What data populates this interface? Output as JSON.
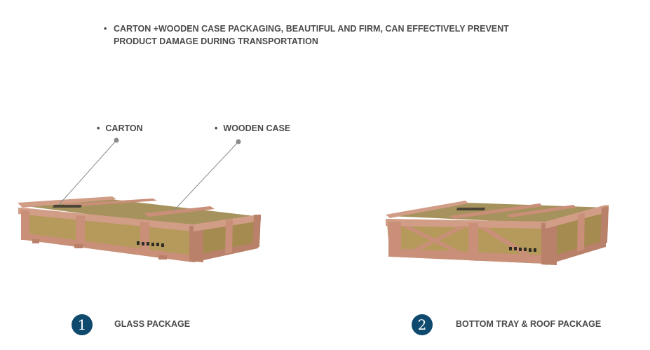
{
  "headline": {
    "bullet": "•",
    "text": "CARTON +WOODEN CASE PACKAGING, BEAUTIFUL AND FIRM, CAN EFFECTIVELY PREVENT PRODUCT DAMAGE DURING TRANSPORTATION"
  },
  "callouts": [
    {
      "bullet": "•",
      "label": "CARTON"
    },
    {
      "bullet": "•",
      "label": "WOODEN CASE"
    }
  ],
  "packages": [
    {
      "number": "1",
      "label": "GLASS PACKAGE"
    },
    {
      "number": "2",
      "label": "BOTTOM TRAY & ROOF PACKAGE"
    }
  ],
  "colors": {
    "wood": "#d29d87",
    "wood_dark": "#b9806a",
    "carton": "#b59a5c",
    "carton_top": "#a6925c",
    "badge": "#0f4a6e",
    "text": "#4a4a4a",
    "leader": "#8a8a8a"
  }
}
